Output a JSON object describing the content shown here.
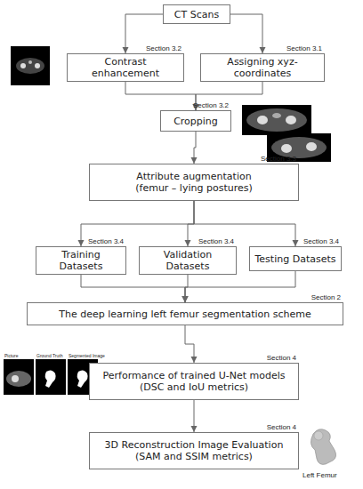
{
  "diagram": {
    "nodes": [
      {
        "text": [
          "CT Scans"
        ]
      },
      {
        "text": [
          "Section 3.2",
          "Contrast enhancement"
        ]
      },
      {
        "text": [
          "Section 3.1",
          "Assigning xyz-coordinates"
        ]
      },
      {
        "text": [
          "Section 3.2",
          "Cropping"
        ]
      },
      {
        "text": [
          "Section 3.3",
          "Attribute augmentation (femur – lying postures)"
        ]
      },
      {
        "text": [
          "Section 3.4",
          "Training Datasets"
        ]
      },
      {
        "text": [
          "Section 3.4",
          "Validation Datasets"
        ]
      },
      {
        "text": [
          "Section 3.4",
          "Testing Datasets"
        ]
      },
      {
        "text": [
          "Section 2",
          "The deep learning left femur segmentation scheme"
        ]
      },
      {
        "text": [
          "Section 4",
          "Performance of trained U-Net models (DSC and IoU metrics)"
        ]
      },
      {
        "text": [
          "Section 4",
          "3D Reconstruction Image Evaluation (SAM and SSIM metrics)"
        ]
      }
    ],
    "edges": [
      {
        "from": 0,
        "to": 1,
        "arrow": "to"
      },
      {
        "from": 0,
        "to": 2,
        "arrow": "to"
      },
      {
        "from": 1,
        "to": 3,
        "arrow": "to"
      },
      {
        "from": 2,
        "to": 3,
        "arrow": "to"
      },
      {
        "from": 3,
        "to": 4,
        "arrow": "to"
      },
      {
        "from": 4,
        "to": 5,
        "arrow": "to"
      },
      {
        "from": 4,
        "to": 6,
        "arrow": "to"
      },
      {
        "from": 4,
        "to": 7,
        "arrow": "to"
      },
      {
        "from": 5,
        "to": 8,
        "arrow": "to"
      },
      {
        "from": 6,
        "to": 8,
        "arrow": "to"
      },
      {
        "from": 7,
        "to": 8,
        "arrow": "to"
      },
      {
        "from": 8,
        "to": 9,
        "arrow": "to"
      },
      {
        "from": 9,
        "to": 10,
        "arrow": "to"
      }
    ],
    "labels": [
      "Picture",
      "Ground Truth",
      "Segmented Image",
      "Left Femur"
    ]
  }
}
